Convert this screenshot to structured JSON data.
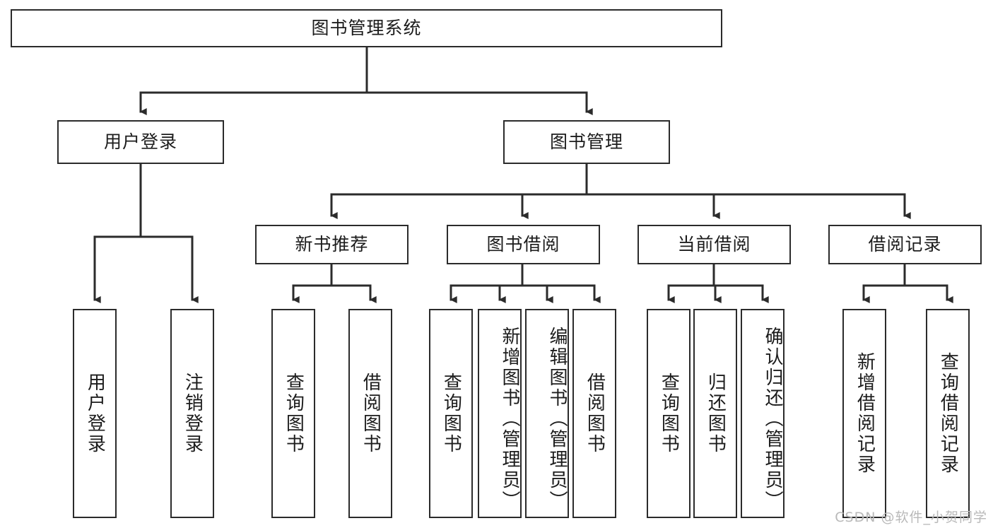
{
  "diagram": {
    "type": "function-hierarchy-tree",
    "title": "图书管理系统",
    "levels": 4,
    "line_color": "#2b2b2b",
    "box_fill": "#ffffff",
    "text_color": "#1c1c1c"
  },
  "root": {
    "label": "图书管理系统"
  },
  "level2": [
    {
      "label": "用户登录"
    },
    {
      "label": "图书管理"
    }
  ],
  "level3": [
    {
      "label": "新书推荐"
    },
    {
      "label": "图书借阅"
    },
    {
      "label": "当前借阅"
    },
    {
      "label": "借阅记录"
    }
  ],
  "leaves": {
    "user_login": [
      {
        "label": "用户登录"
      },
      {
        "label": "注销登录"
      }
    ],
    "new_book_recommend": [
      {
        "label": "查询图书"
      },
      {
        "label": "借阅图书"
      }
    ],
    "book_borrow": [
      {
        "label": "查询图书"
      },
      {
        "label": "新增图书（管理员）"
      },
      {
        "label": "编辑图书（管理员）"
      },
      {
        "label": "借阅图书"
      }
    ],
    "current_borrow": [
      {
        "label": "查询图书"
      },
      {
        "label": "归还图书"
      },
      {
        "label": "确认归还（管理员）"
      }
    ],
    "borrow_record": [
      {
        "label": "新增借阅记录"
      },
      {
        "label": "查询借阅记录"
      }
    ]
  },
  "watermark": {
    "text": "CSDN @软件_小贺同学"
  }
}
